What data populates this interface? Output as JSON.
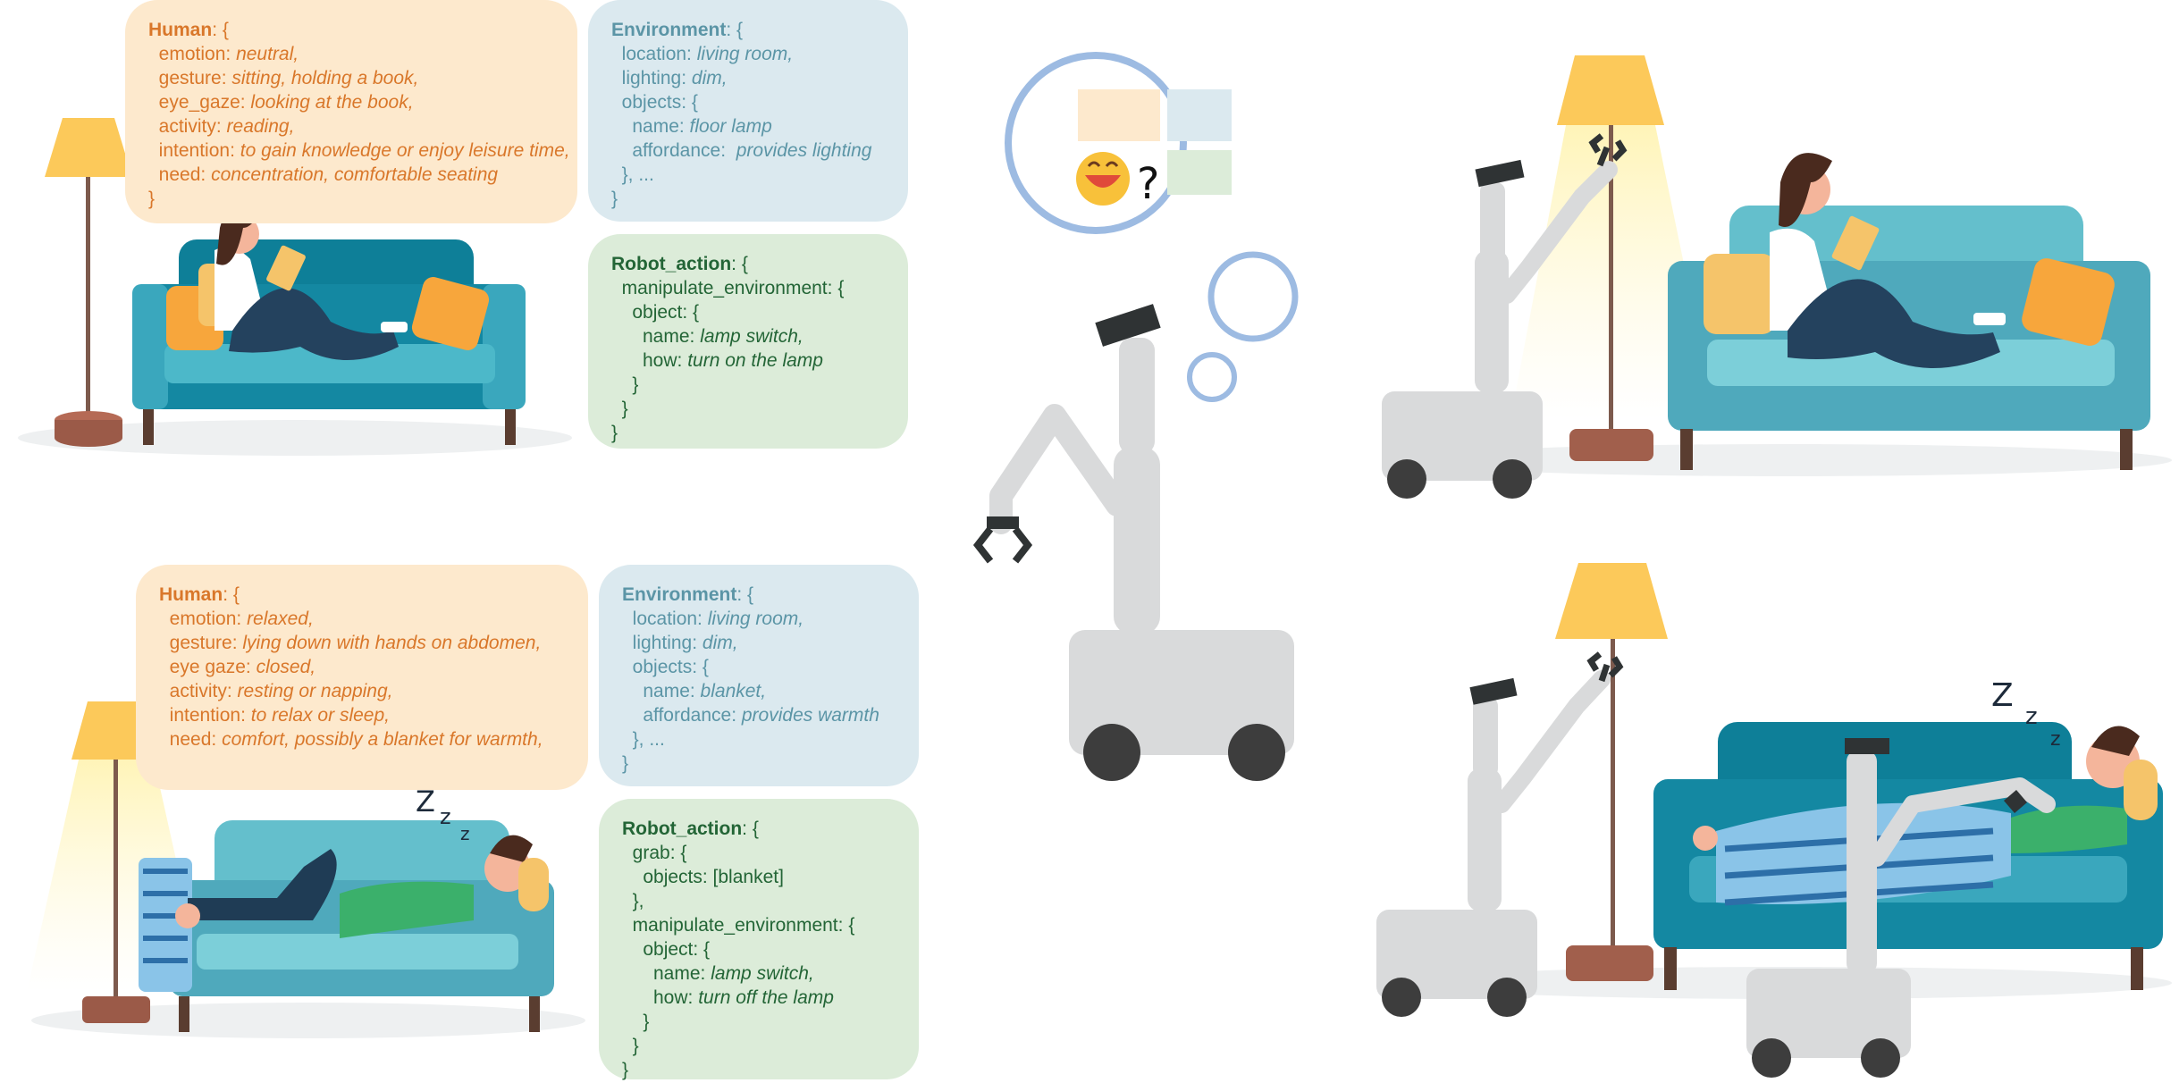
{
  "scenario1": {
    "human": [
      {
        "k": "Human",
        "t": ": {",
        "bold": true
      },
      {
        "k": "  emotion: ",
        "v": "neutral,"
      },
      {
        "k": "  gesture: ",
        "v": "sitting, holding a book,"
      },
      {
        "k": "  eye_gaze: ",
        "v": "looking at the book,"
      },
      {
        "k": "  activity: ",
        "v": "reading,"
      },
      {
        "k": "  intention: ",
        "v": "to gain knowledge or enjoy leisure time,"
      },
      {
        "k": "  need: ",
        "v": "concentration, comfortable seating"
      },
      {
        "k": "}"
      }
    ],
    "environment": [
      {
        "k": "Environment",
        "t": ": {",
        "bold": true
      },
      {
        "k": "  location: ",
        "v": "living room,"
      },
      {
        "k": "  lighting: ",
        "v": "dim,"
      },
      {
        "k": "  objects: {"
      },
      {
        "k": "    name: ",
        "v": "floor lamp"
      },
      {
        "k": "    affordance:  ",
        "v": "provides lighting"
      },
      {
        "k": "  }, ..."
      },
      {
        "k": "}"
      }
    ],
    "robot_action": [
      {
        "k": "Robot_action",
        "t": ": {",
        "bold": true
      },
      {
        "k": "  manipulate_environment: {"
      },
      {
        "k": "    object: {"
      },
      {
        "k": "      name: ",
        "v": "lamp switch,"
      },
      {
        "k": "      how: ",
        "v": "turn on the lamp"
      },
      {
        "k": "    }"
      },
      {
        "k": "  }"
      },
      {
        "k": "}"
      }
    ]
  },
  "scenario2": {
    "human": [
      {
        "k": "Human",
        "t": ": {",
        "bold": true
      },
      {
        "k": "  emotion: ",
        "v": "relaxed,"
      },
      {
        "k": "  gesture: ",
        "v": "lying down with hands on abdomen,"
      },
      {
        "k": "  eye gaze: ",
        "v": "closed,"
      },
      {
        "k": "  activity: ",
        "v": "resting or napping,"
      },
      {
        "k": "  intention: ",
        "v": "to relax or sleep,"
      },
      {
        "k": "  need: ",
        "v": "comfort, possibly a blanket for warmth,"
      }
    ],
    "environment": [
      {
        "k": "Environment",
        "t": ": {",
        "bold": true
      },
      {
        "k": "  location: ",
        "v": "living room,"
      },
      {
        "k": "  lighting: ",
        "v": "dim,"
      },
      {
        "k": "  objects: {"
      },
      {
        "k": "    name: ",
        "v": "blanket,"
      },
      {
        "k": "    affordance: ",
        "v": "provides warmth"
      },
      {
        "k": "  }, ..."
      },
      {
        "k": "}"
      }
    ],
    "robot_action": [
      {
        "k": "Robot_action",
        "t": ": {",
        "bold": true
      },
      {
        "k": "  grab: {"
      },
      {
        "k": "    objects: [blanket]"
      },
      {
        "k": "  },"
      },
      {
        "k": "  manipulate_environment: {"
      },
      {
        "k": "    object: {"
      },
      {
        "k": "      name: ",
        "v": "lamp switch,"
      },
      {
        "k": "      how: ",
        "v": "turn off the lamp"
      },
      {
        "k": "    }"
      },
      {
        "k": "  }"
      },
      {
        "k": "}"
      }
    ]
  },
  "thought_bubble": {
    "question_mark": "?",
    "emoji": "grinning-face-icon"
  },
  "sleep_text": [
    "Z",
    "z",
    "z"
  ],
  "colors": {
    "human_bg": "#fde9cd",
    "env_bg": "#dbe9ef",
    "robot_bg": "#dcecd9",
    "sofa_teal": "#1585a0",
    "lamp_yellow": "#fcc95a",
    "robot_grey": "#d9dadb"
  }
}
